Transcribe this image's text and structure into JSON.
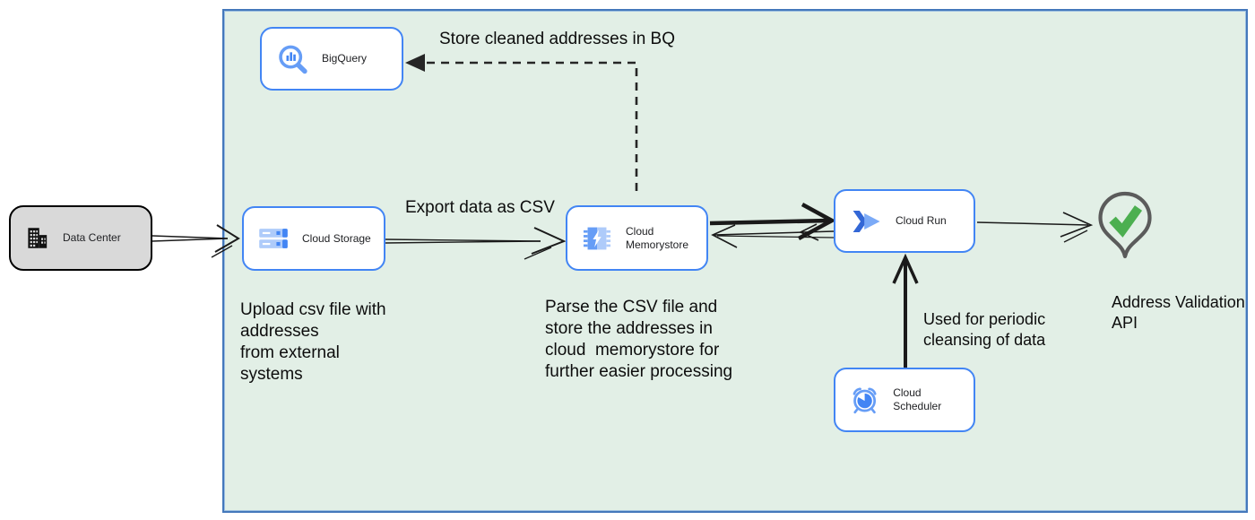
{
  "diagram": {
    "nodes": {
      "data_center": {
        "label": "Data Center"
      },
      "bigquery": {
        "label": "BigQuery"
      },
      "cloud_storage": {
        "label": "Cloud Storage"
      },
      "cloud_memorystore": {
        "label": "Cloud Memorystore"
      },
      "cloud_run": {
        "label": "Cloud Run"
      },
      "cloud_scheduler": {
        "label": "Cloud Scheduler"
      },
      "address_validation_api": {
        "label": "Address Validation API"
      }
    },
    "annotations": {
      "store_bq": "Store cleaned addresses in BQ",
      "export_csv": "Export data as CSV",
      "upload_lines": [
        "Upload csv file with",
        "addresses",
        "from external",
        "systems"
      ],
      "parse_lines": [
        "Parse the CSV file and",
        "store the addresses in",
        "cloud  memorystore for",
        "further easier processing"
      ],
      "periodic_lines": [
        "Used for periodic",
        "cleansing of data"
      ]
    },
    "icons": {
      "data_center": "building-icon",
      "bigquery": "bigquery-magnifier-icon",
      "cloud_storage": "storage-buckets-icon",
      "cloud_memorystore": "memorystore-chip-icon",
      "cloud_run": "cloud-run-icon",
      "cloud_scheduler": "scheduler-alarm-clock-icon",
      "address_validation_api": "map-pin-check-icon"
    },
    "colors": {
      "boundary_fill": "#e2efe6",
      "boundary_border": "#4478bb",
      "node_border": "#4285f4",
      "node_fill": "#ffffff",
      "data_center_fill": "#d9d9d9",
      "icon_blue_dark": "#3367d6",
      "icon_blue": "#4285f4",
      "icon_blue_mid": "#669df6",
      "icon_blue_light": "#aecbfa",
      "pin_outline": "#5b5b5b",
      "check_green": "#4caf50",
      "arrow_color": "#1a1a1a"
    }
  }
}
